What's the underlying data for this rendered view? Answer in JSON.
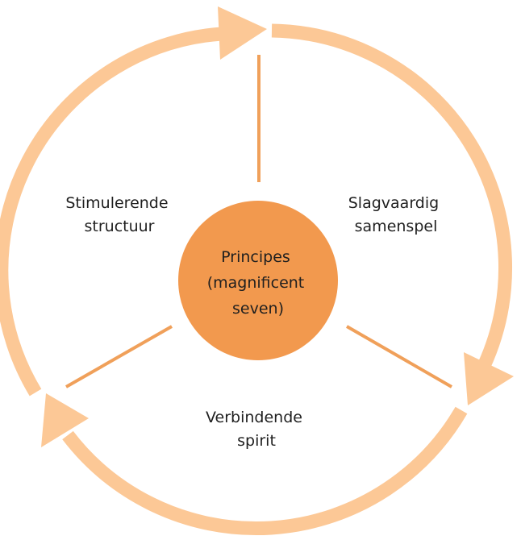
{
  "colors": {
    "ring": "#fcc896",
    "spoke": "#f0a05a",
    "center": "#f2994e",
    "text": "#1f1f1f",
    "background": "#ffffff"
  },
  "center": {
    "lines": [
      "Principes",
      "(magnificent",
      "seven)"
    ]
  },
  "segments": [
    {
      "id": "left",
      "lines": [
        "Stimulerende",
        "structuur"
      ]
    },
    {
      "id": "right",
      "lines": [
        "Slagvaardig",
        "samenspel"
      ]
    },
    {
      "id": "bottom",
      "lines": [
        "Verbindende",
        "spirit"
      ]
    }
  ]
}
